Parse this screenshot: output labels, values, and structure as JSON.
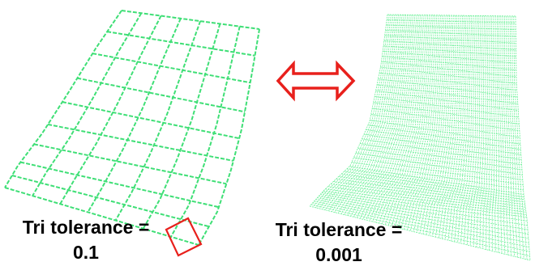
{
  "captions": {
    "coarse_label": "Tri tolerance =",
    "coarse_value": "0.1",
    "fine_label": "Tri tolerance =",
    "fine_value": "0.001"
  },
  "colors": {
    "mesh": "#3fdf76",
    "mesh_dense": "#6ff09a",
    "highlight": "#e8201c",
    "arrow": "#e8201c"
  },
  "icons": {
    "arrow": "double-headed-arrow-icon"
  }
}
